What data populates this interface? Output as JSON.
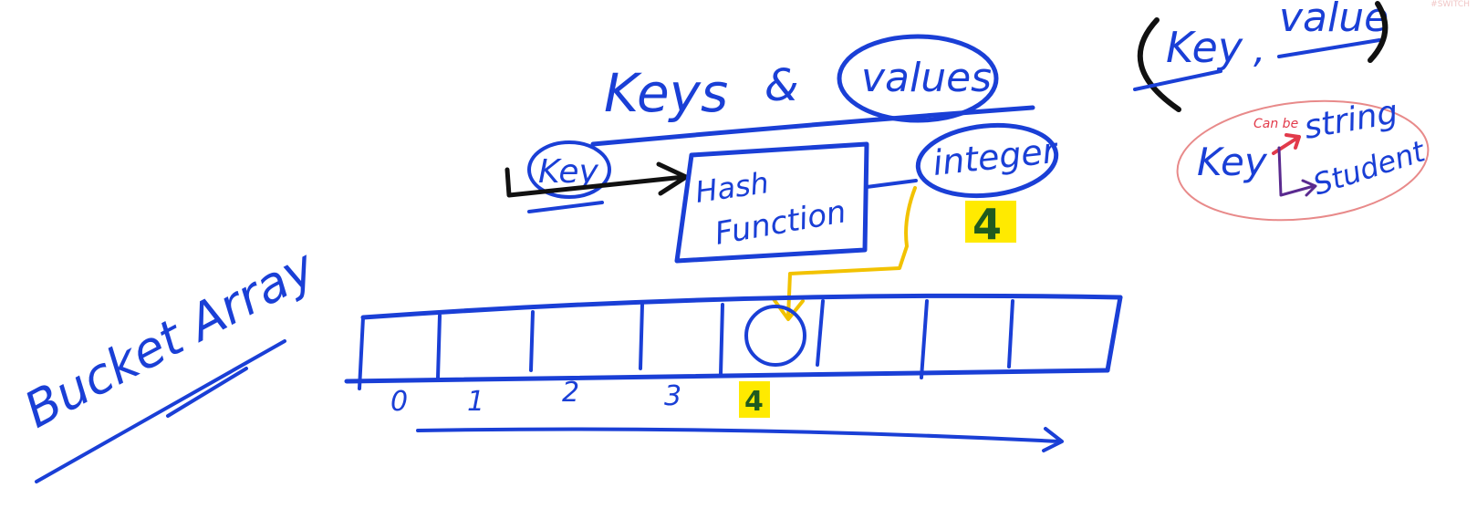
{
  "title": {
    "keys": "Keys",
    "amp": "&",
    "values": "values"
  },
  "pair": {
    "key": "Key",
    "comma": ",",
    "value": "value"
  },
  "input_key": "Key",
  "hash_box": {
    "line1": "Hash",
    "line2": "Function"
  },
  "output": "integer",
  "result_highlight": "4",
  "bucket_array": {
    "label": "Bucket Array",
    "indices": [
      "0",
      "1",
      "2",
      "3",
      "4"
    ],
    "highlighted_index": "4"
  },
  "key_types": {
    "key": "Key",
    "can_be": "Can be",
    "options": [
      "string",
      "Student"
    ]
  },
  "watermark": "#SWITCH",
  "colors": {
    "ink": "#1a3fd6",
    "black": "#111111",
    "highlight": "#ffea00",
    "yellow_arrow": "#f2c200",
    "red": "#e23a4a",
    "pink_outline": "#e88a8a",
    "green": "#1f5a1f"
  }
}
